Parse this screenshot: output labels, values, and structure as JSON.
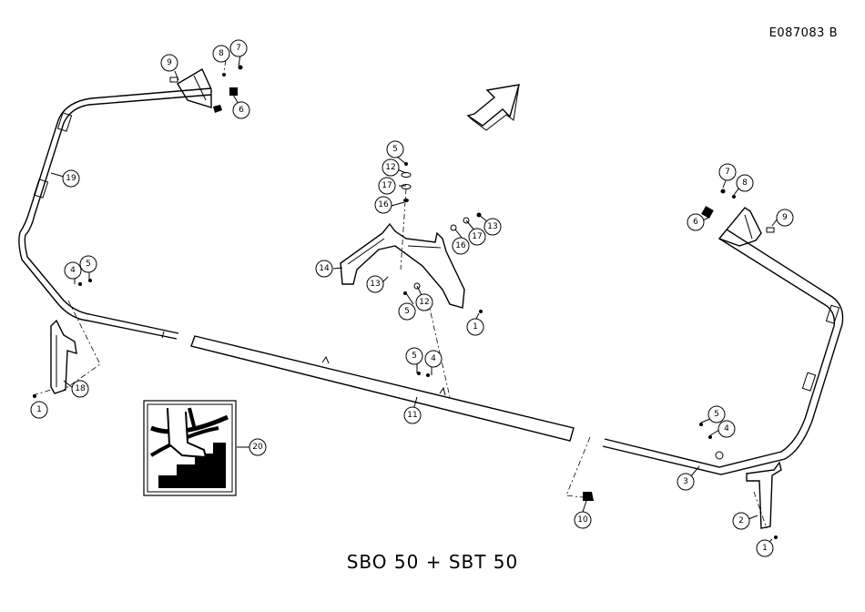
{
  "document": {
    "code": "E087083 B",
    "model_title": "SBO 50 + SBT 50"
  },
  "callouts": [
    {
      "id": "c9a",
      "label": "9"
    },
    {
      "id": "c8a",
      "label": "8"
    },
    {
      "id": "c7a",
      "label": "7"
    },
    {
      "id": "c6a",
      "label": "6"
    },
    {
      "id": "c19",
      "label": "19"
    },
    {
      "id": "c4a",
      "label": "4"
    },
    {
      "id": "c5a",
      "label": "5"
    },
    {
      "id": "c18",
      "label": "18"
    },
    {
      "id": "c1a",
      "label": "1"
    },
    {
      "id": "c20",
      "label": "20"
    },
    {
      "id": "c5b",
      "label": "5"
    },
    {
      "id": "c12a",
      "label": "12"
    },
    {
      "id": "c17a",
      "label": "17"
    },
    {
      "id": "c16a",
      "label": "16"
    },
    {
      "id": "c14",
      "label": "14"
    },
    {
      "id": "c13a",
      "label": "13"
    },
    {
      "id": "c5c",
      "label": "5"
    },
    {
      "id": "c12b",
      "label": "12"
    },
    {
      "id": "c16b",
      "label": "16"
    },
    {
      "id": "c17b",
      "label": "17"
    },
    {
      "id": "c13b",
      "label": "13"
    },
    {
      "id": "c1b",
      "label": "1"
    },
    {
      "id": "c5d",
      "label": "5"
    },
    {
      "id": "c4b",
      "label": "4"
    },
    {
      "id": "c11",
      "label": "11"
    },
    {
      "id": "c10",
      "label": "10"
    },
    {
      "id": "c7b",
      "label": "7"
    },
    {
      "id": "c8b",
      "label": "8"
    },
    {
      "id": "c6b",
      "label": "6"
    },
    {
      "id": "c9b",
      "label": "9"
    },
    {
      "id": "c5e",
      "label": "5"
    },
    {
      "id": "c4c",
      "label": "4"
    },
    {
      "id": "c3",
      "label": "3"
    },
    {
      "id": "c2",
      "label": "2"
    },
    {
      "id": "c1c",
      "label": "1"
    }
  ]
}
